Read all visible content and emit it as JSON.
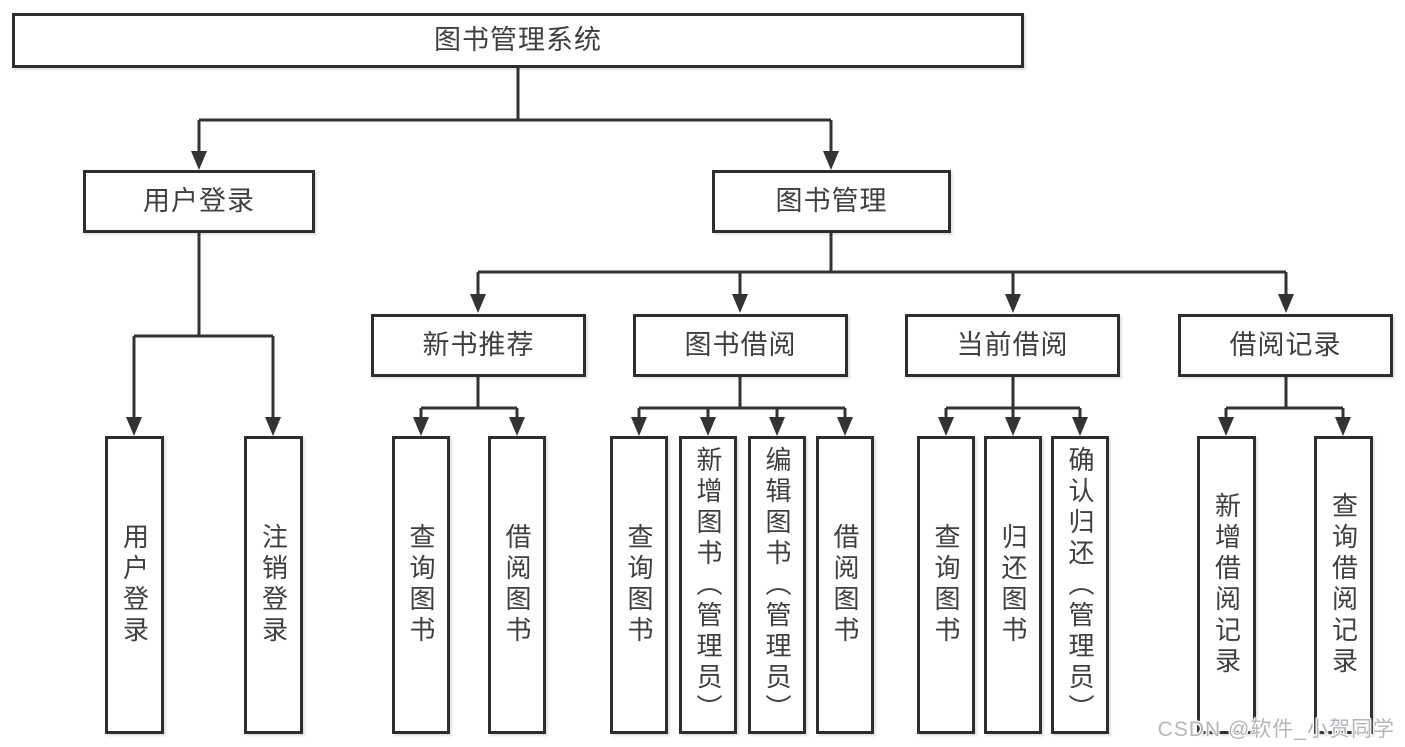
{
  "diagram": {
    "type": "hierarchy-tree",
    "colors": {
      "line": "#333333",
      "box_border": "#2e2e2e",
      "box_fill": "#ffffff",
      "text": "#3f3f3f",
      "watermark": "#b3b6ba"
    },
    "root": {
      "label": "图书管理系统",
      "children": [
        {
          "label": "用户登录",
          "children": [
            {
              "label": "用户登录"
            },
            {
              "label": "注销登录"
            }
          ]
        },
        {
          "label": "图书管理",
          "children": [
            {
              "label": "新书推荐",
              "children": [
                {
                  "label": "查询图书"
                },
                {
                  "label": "借阅图书"
                }
              ]
            },
            {
              "label": "图书借阅",
              "children": [
                {
                  "label": "查询图书"
                },
                {
                  "label": "新增图书（管理员）"
                },
                {
                  "label": "编辑图书（管理员）"
                },
                {
                  "label": "借阅图书"
                }
              ]
            },
            {
              "label": "当前借阅",
              "children": [
                {
                  "label": "查询图书"
                },
                {
                  "label": "归还图书"
                },
                {
                  "label": "确认归还（管理员）"
                }
              ]
            },
            {
              "label": "借阅记录",
              "children": [
                {
                  "label": "新增借阅记录"
                },
                {
                  "label": "查询借阅记录"
                }
              ]
            }
          ]
        }
      ]
    }
  },
  "watermark": {
    "text": "CSDN @软件_小贺同学"
  }
}
